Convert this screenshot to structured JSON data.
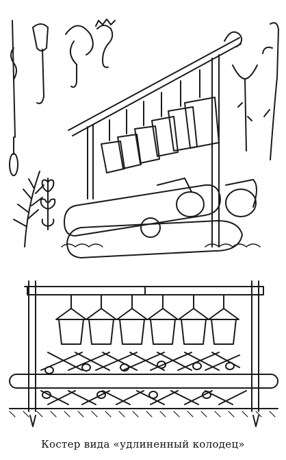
{
  "caption": "Костер вида «удлиненный колодец»",
  "ink_color": "#1a1a1a",
  "paper_color": "#ffffff",
  "panels": [
    {
      "name": "perspective-view",
      "content": "pot hanging frame over elongated well fire"
    },
    {
      "name": "front-view",
      "content": "front elevation of the same arrangement"
    }
  ],
  "hook_types": [
    "pot-hook-1",
    "pot-hook-2",
    "pot-hook-3",
    "pot-hook-4",
    "fork-stick",
    "branch-hook"
  ]
}
